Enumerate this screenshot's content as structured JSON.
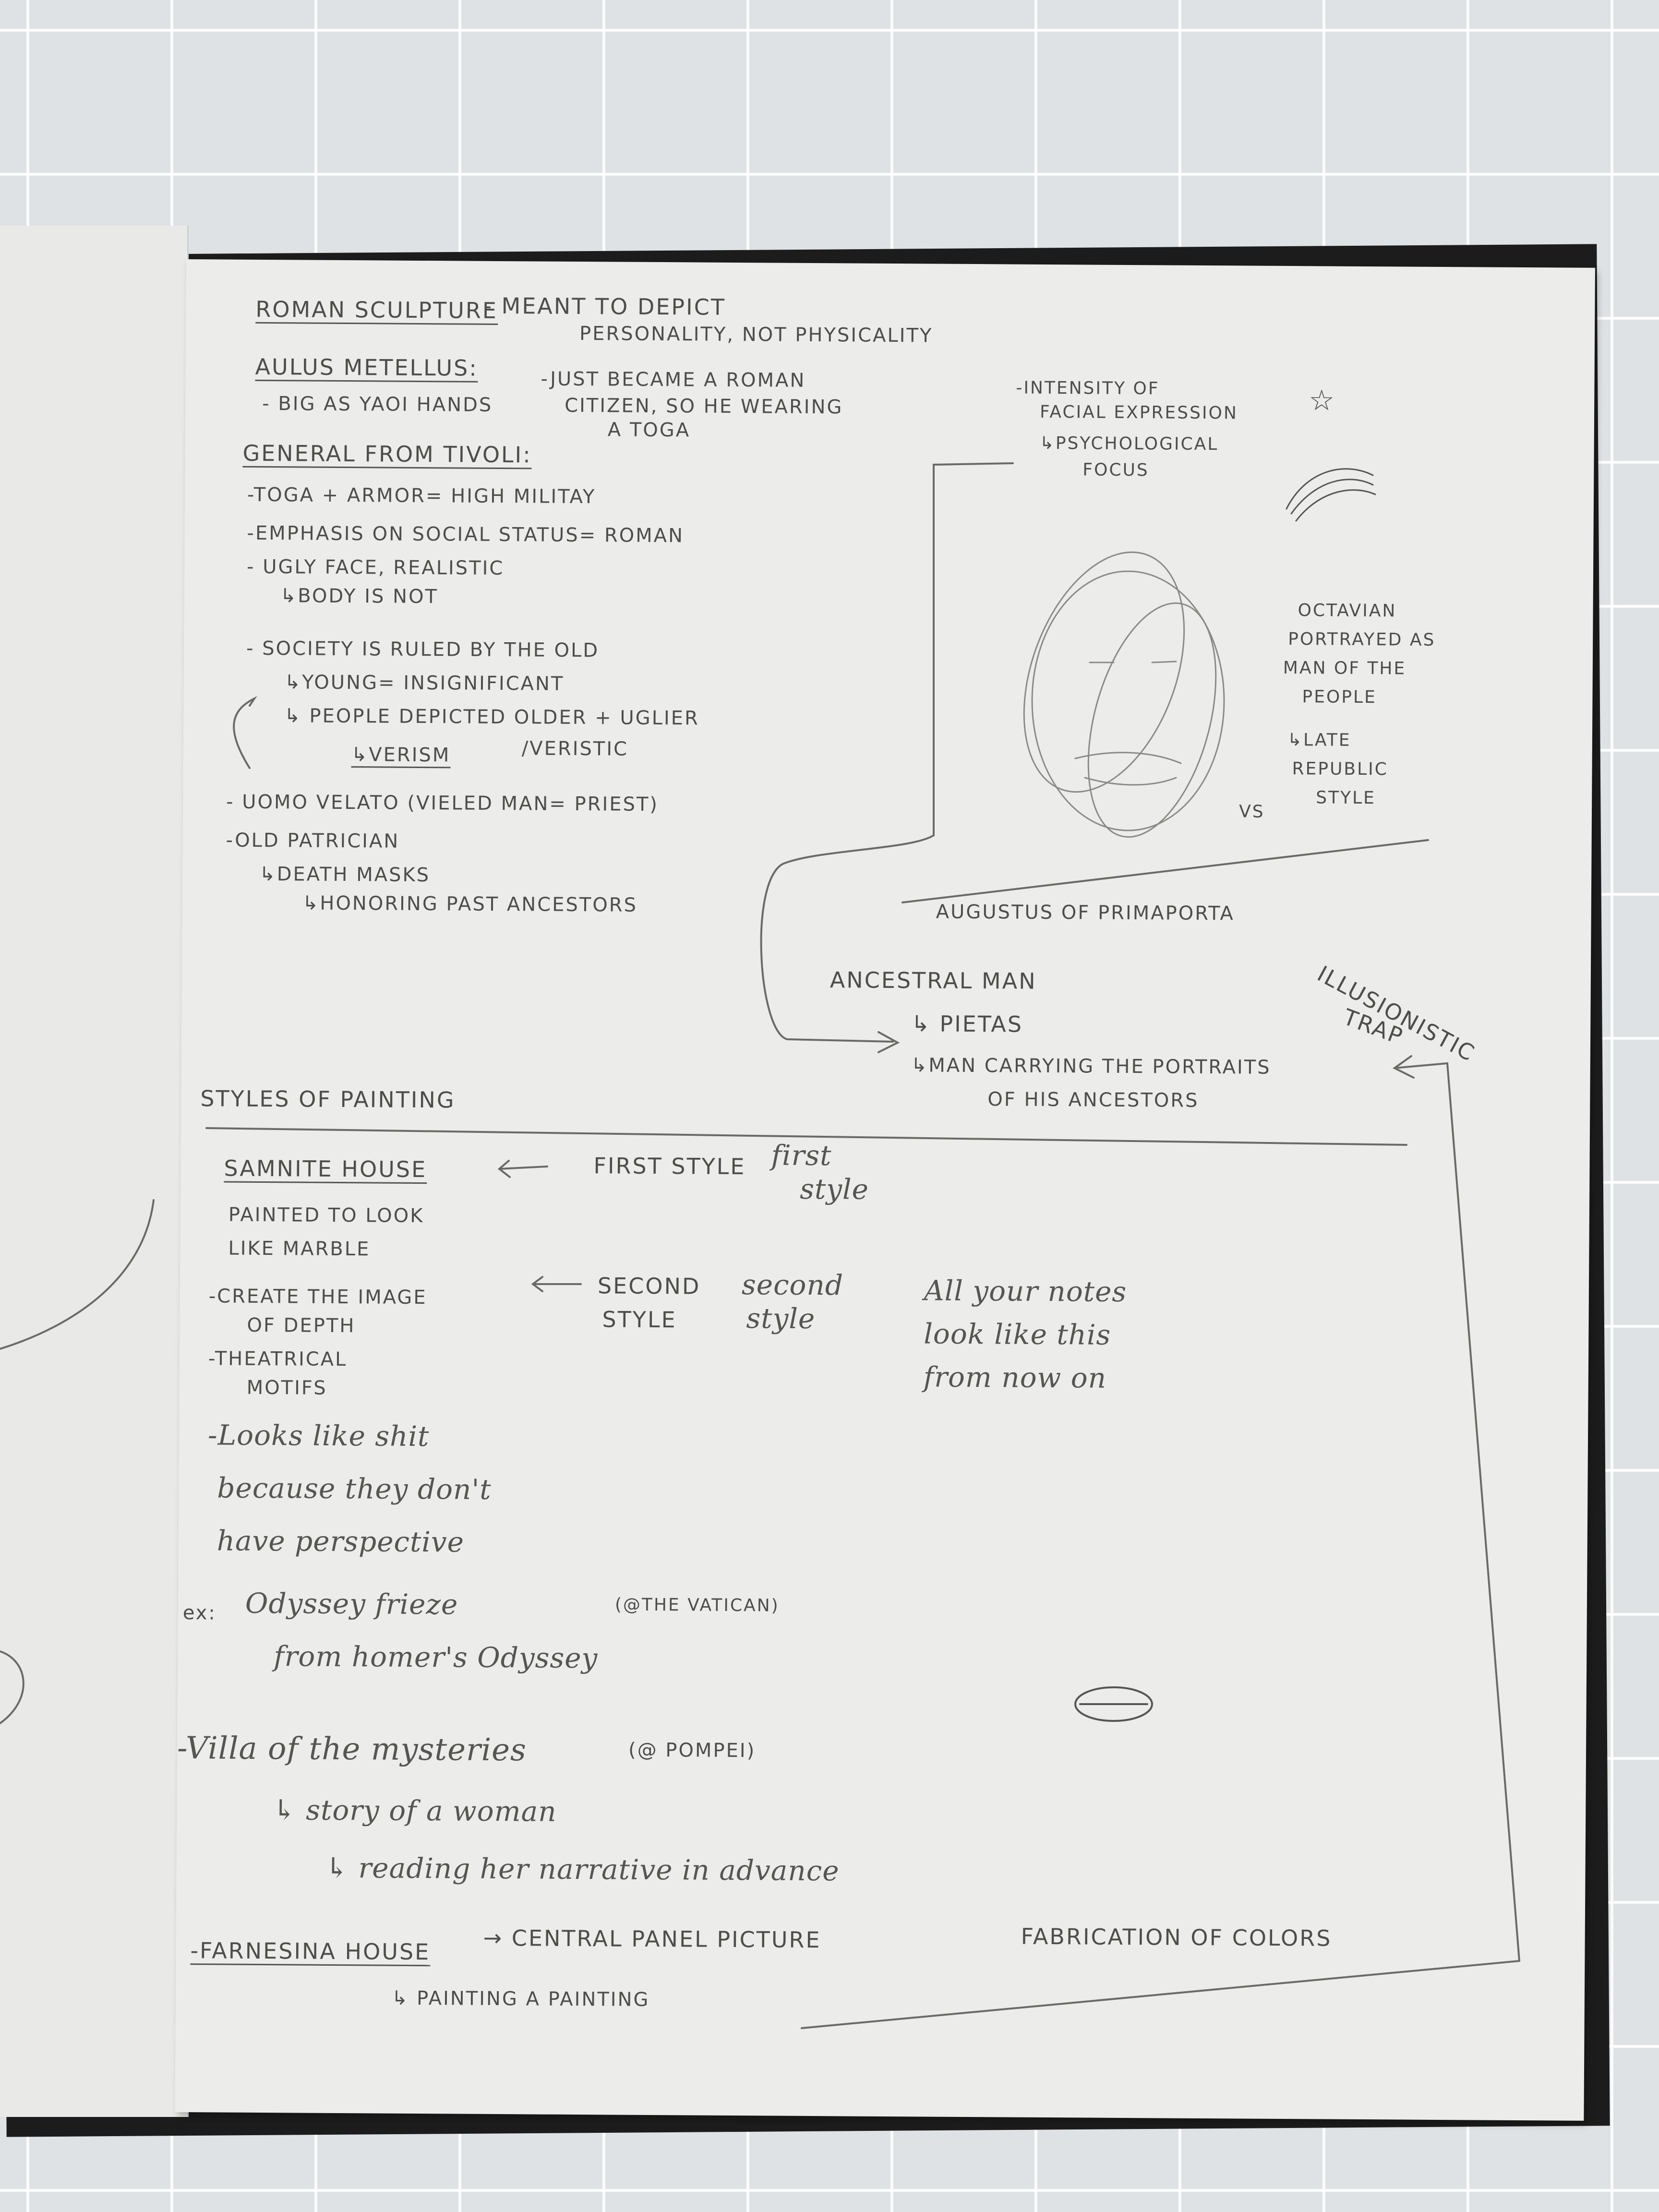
{
  "notes": {
    "sculpture_title": "ROMAN SCULPTURE",
    "sculpture_def_1": "- MEANT TO DEPICT",
    "sculpture_def_2": "PERSONALITY, NOT PHYSICALITY",
    "aulus": "AULUS METELLUS:",
    "aulus_hands": "- BIG AS YAOI HANDS",
    "aulus_note_1": "-JUST BECAME A ROMAN",
    "aulus_note_2": "CITIZEN, SO HE WEARING",
    "aulus_note_3": "A TOGA",
    "general": "GENERAL FROM TIVOLI:",
    "toga": "-TOGA + ARMOR= HIGH MILITAY",
    "emphasis": "-EMPHASIS ON SOCIAL STATUS= ROMAN",
    "ugly": "- UGLY FACE, REALISTIC",
    "body": "↳BODY IS NOT",
    "society": "- SOCIETY IS RULED BY THE OLD",
    "young": "↳YOUNG= INSIGNIFICANT",
    "depicted": "↳ PEOPLE DEPICTED OLDER + UGLIER",
    "verism": "↳VERISM",
    "veristic": "/VERISTIC",
    "uomo": "- UOMO VELATO (VIELED MAN= PRIEST)",
    "patrician": "-OLD PATRICIAN",
    "masks": "↳DEATH MASKS",
    "honoring": "↳HONORING PAST ANCESTORS",
    "intensity_1": "-INTENSITY OF",
    "intensity_2": "FACIAL EXPRESSION",
    "psych_1": "↳PSYCHOLOGICAL",
    "psych_2": "FOCUS",
    "octavian_1": "OCTAVIAN",
    "octavian_2": "PORTRAYED AS",
    "octavian_3": "MAN OF THE",
    "octavian_4": "PEOPLE",
    "late_1": "↳LATE",
    "late_2": "REPUBLIC",
    "late_3": "STYLE",
    "vs": "VS",
    "augustus": "AUGUSTUS OF PRIMAPORTA",
    "ancestral": "ANCESTRAL MAN",
    "pietas": "↳ PIETAS",
    "carrying_1": "↳MAN CARRYING THE PORTRAITS",
    "carrying_2": "OF HIS ANCESTORS",
    "illusion_1": "ILLUSIONISTIC",
    "illusion_2": "TRAP",
    "styles": "STYLES OF PAINTING",
    "samnite": "SAMNITE HOUSE",
    "first_style": "FIRST STYLE",
    "first_cursive_1": "first",
    "first_cursive_2": "style",
    "painted_1": "PAINTED TO LOOK",
    "painted_2": "LIKE MARBLE",
    "creates_1": "-CREATE THE IMAGE",
    "creates_2": "OF DEPTH",
    "second_1": "SECOND",
    "second_2": "STYLE",
    "second_cursive_1": "second",
    "second_cursive_2": "style",
    "theatrical_1": "-THEATRICAL",
    "theatrical_2": "MOTIFS",
    "all_notes_1": "All your notes",
    "all_notes_2": "look like this",
    "all_notes_3": "from now on",
    "looks_1": "-Looks like shit",
    "looks_2": "because they don't",
    "looks_3": "have perspective",
    "ex": "ex:",
    "odyssey_1": "Odyssey frieze",
    "odyssey_2": "from homer's Odyssey",
    "vatican": "(@THE VATICAN)",
    "villa": "-Villa of the mysteries",
    "pompei": "(@ POMPEI)",
    "story": "↳ story of a woman",
    "reading": "↳ reading her narrative in advance",
    "farnesina": "-FARNESINA HOUSE",
    "central": "→ CENTRAL PANEL PICTURE",
    "fabrication": "FABRICATION OF COLORS",
    "painting_painting": "↳ PAINTING A PAINTING"
  },
  "colors": {
    "pencil": "#4d4d4a",
    "paper": "#ececea",
    "mat": "#dfe2e4"
  }
}
